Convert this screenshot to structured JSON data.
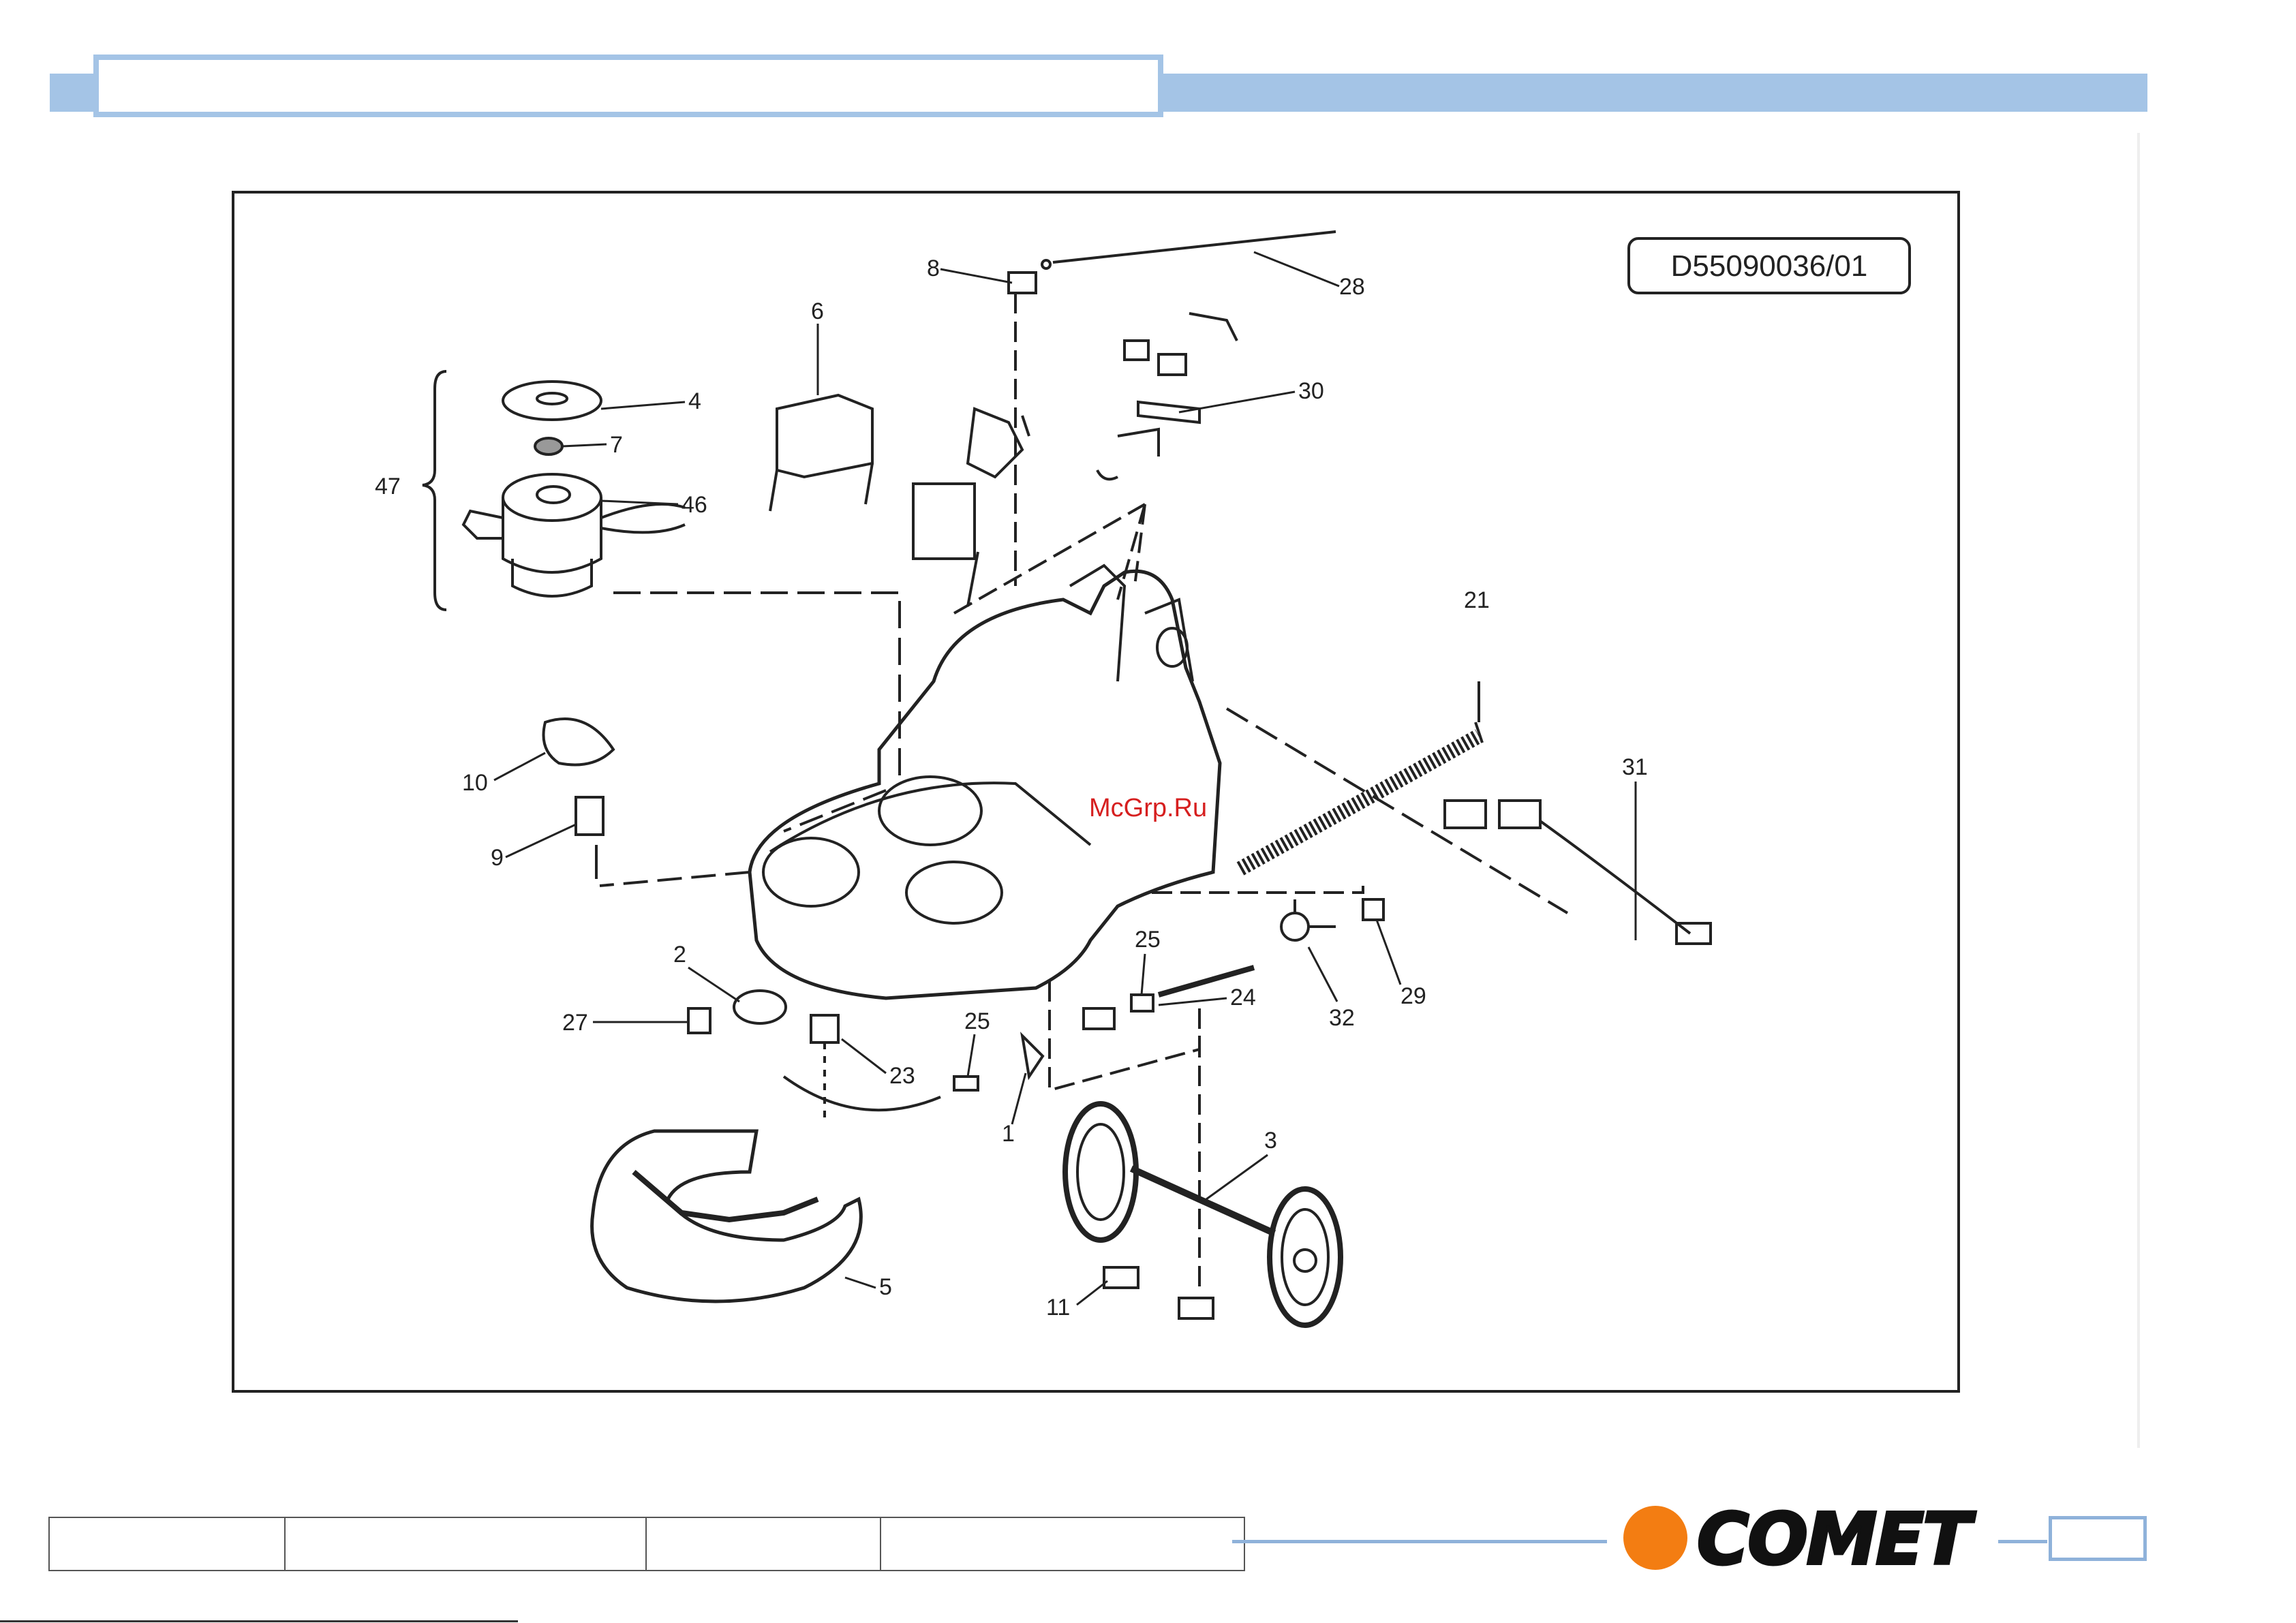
{
  "header": {
    "title": ""
  },
  "diagram": {
    "code": "D55090036/01",
    "watermark": "McGrp.Ru",
    "callouts": [
      "8",
      "28",
      "6",
      "30",
      "4",
      "7",
      "47",
      "46",
      "21",
      "10",
      "31",
      "9",
      "25",
      "2",
      "24",
      "32",
      "29",
      "27",
      "25",
      "23",
      "1",
      "3",
      "5",
      "11"
    ]
  },
  "footer": {
    "cells": [
      "",
      "",
      "",
      ""
    ],
    "page": ""
  },
  "logo": {
    "text": "COMET",
    "dot_color": "#f37d12"
  },
  "colors": {
    "header_blue": "#a4c4e6",
    "footer_blue": "#8fb2da",
    "accent_orange": "#f37d12"
  }
}
